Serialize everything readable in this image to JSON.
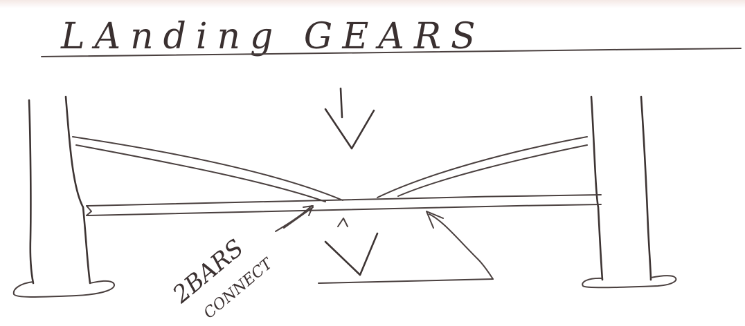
{
  "title": "LAnding GEARS",
  "annotation": {
    "line1": "2BARS",
    "line2": "CONNECT"
  },
  "colors": {
    "ink": "#3d3433",
    "paper": "#ffffff",
    "bleed": "#f4e9e6"
  }
}
